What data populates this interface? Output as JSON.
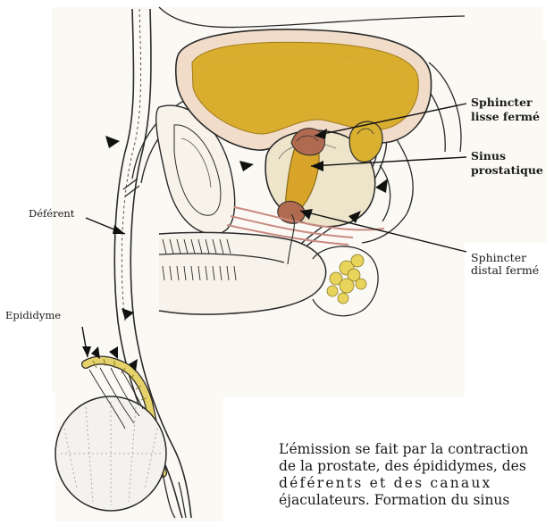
{
  "labels": {
    "sphincter_lisse_line1": "Sphincter",
    "sphincter_lisse_line2": "lisse fermé",
    "sinus_line1": "Sinus",
    "sinus_line2": "prostatique",
    "sphincter_distal_line1": "Sphincter",
    "sphincter_distal_line2": "distal fermé",
    "deferent": "Déférent",
    "epididyme": "Epididyme"
  },
  "caption": {
    "line1": "L’émission se fait par la contraction",
    "line2": "de la prostate, des épididymes, des",
    "line3": "déférents et des canaux",
    "line4": "éjaculateurs. Formation du sinus"
  },
  "colors": {
    "paper": "#fbf9f4",
    "bladder_fill": "#d9ad2e",
    "bladder_wall": "#f0dcc8",
    "prostate": "#ede4c9",
    "sinus_fill": "#d8a52a",
    "sphincter": "#b06a50",
    "muscle_red": "#c98a80",
    "epididymis": "#e6d26a",
    "testis": "#f4f2ee",
    "ink": "#1a1a1a"
  }
}
